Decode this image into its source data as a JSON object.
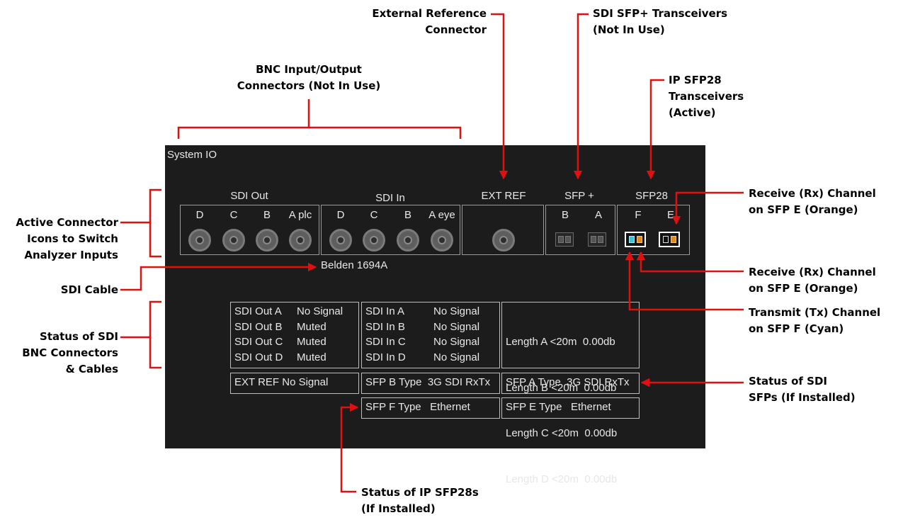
{
  "callouts": {
    "ext_ref_connector": "External Reference\nConnector",
    "sdi_sfp_plus": "SDI SFP+ Transceivers\n(Not In Use)",
    "bnc_connectors": "BNC Input/Output\nConnectors (Not In Use)",
    "ip_sfp28": "IP SFP28\nTransceivers\n(Active)",
    "rx_channel_1": "Receive (Rx) Channel\non SFP E (Orange)",
    "rx_channel_2": "Receive (Rx) Channel\non SFP E (Orange)",
    "tx_channel": "Transmit (Tx) Channel\non SFP F (Cyan)",
    "active_icons": "Active Connector\nIcons to Switch\nAnalyzer Inputs",
    "sdi_cable": "SDI Cable",
    "status_bnc": "Status of SDI\nBNC Connectors\n& Cables",
    "status_sdi_sfp": "Status of SDI\nSFPs (If Installed)",
    "status_ip_sfp28": "Status of IP SFP28s\n(If Installed)"
  },
  "panel": {
    "title": "System IO",
    "cable": "Belden 1694A",
    "groups": {
      "sdi_out": {
        "label": "SDI Out",
        "ports": [
          "D",
          "C",
          "B",
          "A plc"
        ]
      },
      "sdi_in": {
        "label": "SDI In",
        "ports": [
          "D",
          "C",
          "B",
          "A eye"
        ]
      },
      "ext_ref": {
        "label": "EXT REF"
      },
      "sfp_plus": {
        "label": "SFP +",
        "ports": [
          "B",
          "A"
        ]
      },
      "sfp28": {
        "label": "SFP28",
        "ports": [
          "F",
          "E"
        ]
      }
    },
    "status": {
      "sdi_out": [
        {
          "name": "SDI Out A",
          "value": "No Signal"
        },
        {
          "name": "SDI Out B",
          "value": "Muted"
        },
        {
          "name": "SDI Out C",
          "value": "Muted"
        },
        {
          "name": "SDI Out D",
          "value": "Muted"
        }
      ],
      "sdi_in": [
        {
          "name": "SDI In A",
          "value": "No Signal"
        },
        {
          "name": "SDI In B",
          "value": "No Signal"
        },
        {
          "name": "SDI In C",
          "value": "No Signal"
        },
        {
          "name": "SDI In D",
          "value": "No Signal"
        }
      ],
      "length": [
        "Length A <20m  0.00db",
        "Length B <20m  0.00db",
        "Length C <20m  0.00db",
        "Length D <20m  0.00db"
      ],
      "ext_ref": "EXT REF No Signal",
      "sfp_b": "SFP B Type  3G SDI RxTx",
      "sfp_a": "SFP A Type  3G SDI RxTx",
      "sfp_f": "SFP F Type   Ethernet",
      "sfp_e": "SFP E Type   Ethernet"
    }
  },
  "colors": {
    "panel_bg": "#1c1c1c",
    "annotation_red": "#e01010",
    "active_border": "#d89026",
    "tx_cyan": "#39c6d8",
    "rx_orange": "#e58a1e"
  }
}
